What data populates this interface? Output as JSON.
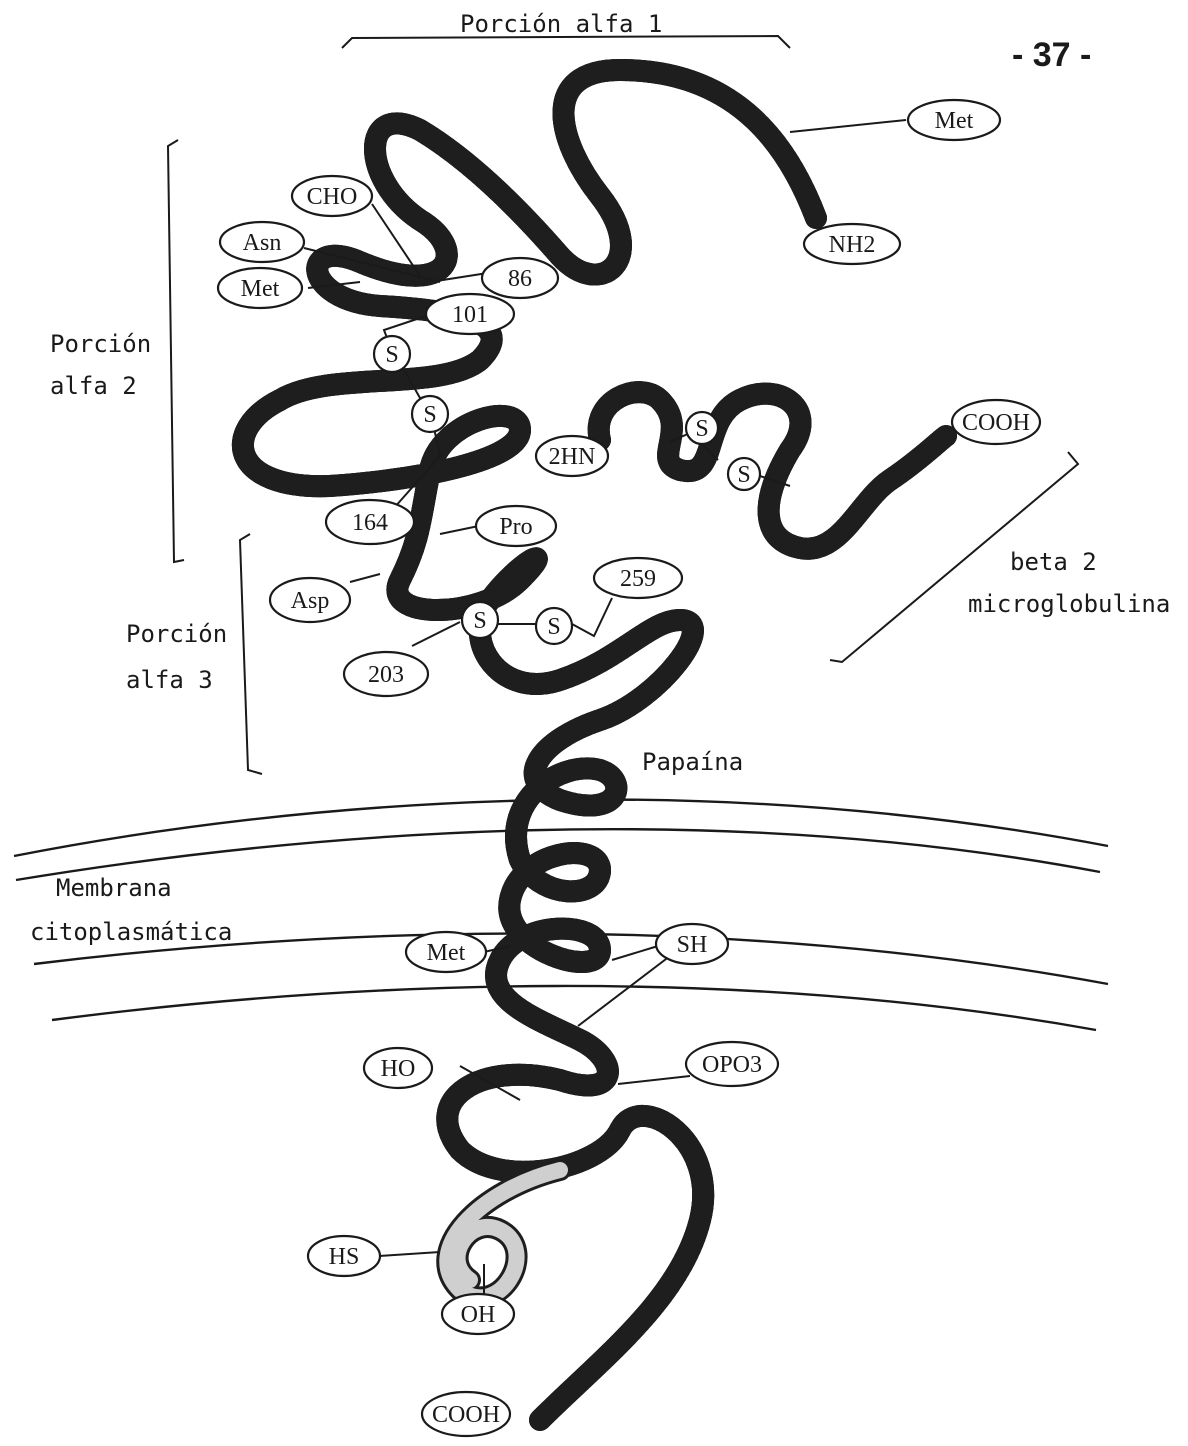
{
  "page_number": "- 37 -",
  "regions": {
    "alfa1": "Porción alfa 1",
    "alfa2_line1": "Porción",
    "alfa2_line2": "alfa  2",
    "alfa3_line1": "Porción",
    "alfa3_line2": "alfa  3",
    "beta2_line1": "beta 2",
    "beta2_line2": "microglobulina",
    "papaina": "Papaína",
    "membrana_line1": "Membrana",
    "membrana_line2": "citoplasmática"
  },
  "labels": {
    "met_top": "Met",
    "nh2": "NH2",
    "cho": "CHO",
    "asn": "Asn",
    "met_left": "Met",
    "n86": "86",
    "n101": "101",
    "s1": "S",
    "s2": "S",
    "hn2": "2HN",
    "s_beta1": "S",
    "s_beta2": "S",
    "cooh_beta": "COOH",
    "n164": "164",
    "pro": "Pro",
    "asp": "Asp",
    "s3": "S",
    "s4": "S",
    "n259": "259",
    "n203": "203",
    "met_mem": "Met",
    "sh": "SH",
    "ho": "HO",
    "opo3": "OPO3",
    "hs": "HS",
    "oh": "OH",
    "cooh_bottom": "COOH"
  }
}
